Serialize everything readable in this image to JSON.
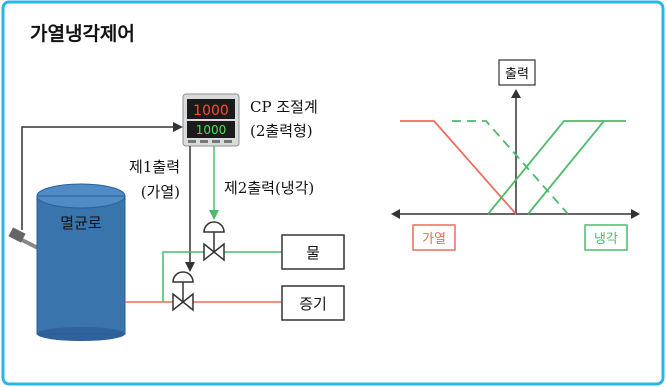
{
  "title": "가열냉각제어",
  "controller": {
    "display_top": "1000",
    "display_bottom": "1000",
    "label_line1": "CP 조절계",
    "label_line2": "(2출력형)"
  },
  "tank_label": "멸균로",
  "output1_line1": "제1출력",
  "output1_line2": "(가열)",
  "output2_label": "제2출력(냉각)",
  "water_label": "물",
  "steam_label": "증기",
  "graph": {
    "y_label": "출력",
    "heating_label": "가열",
    "cooling_label": "냉각"
  },
  "colors": {
    "frame": "#29b6e6",
    "heating": "#f06a5b",
    "cooling": "#4dbb6a",
    "tank": "#3a74ad",
    "line": "#333333"
  }
}
